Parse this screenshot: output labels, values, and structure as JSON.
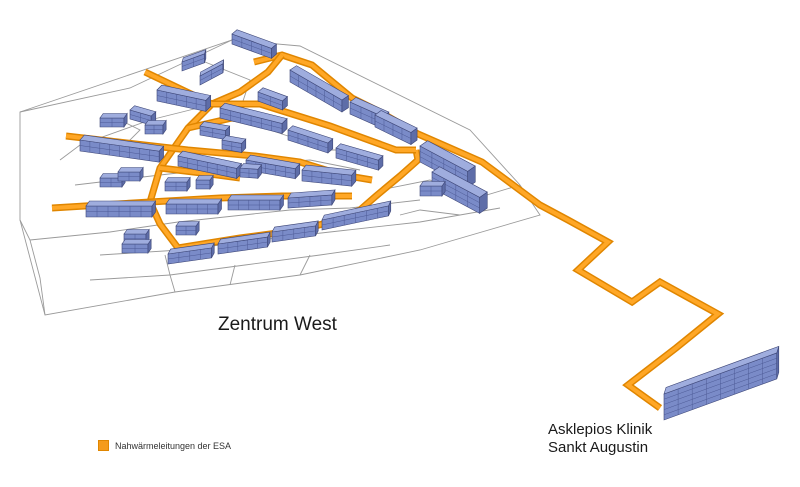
{
  "map": {
    "district_label": "Zentrum West",
    "clinic_label_line1": "Asklepios Klinik",
    "clinic_label_line2": "Sankt Augustin"
  },
  "legend": {
    "pipe_label": "Nahwärmeleitungen der ESA",
    "pipe_color": "#f59b1b"
  },
  "colors": {
    "building": "#7a8bc8",
    "pipe": "#f59b1b",
    "outline": "#9a9a9a"
  }
}
